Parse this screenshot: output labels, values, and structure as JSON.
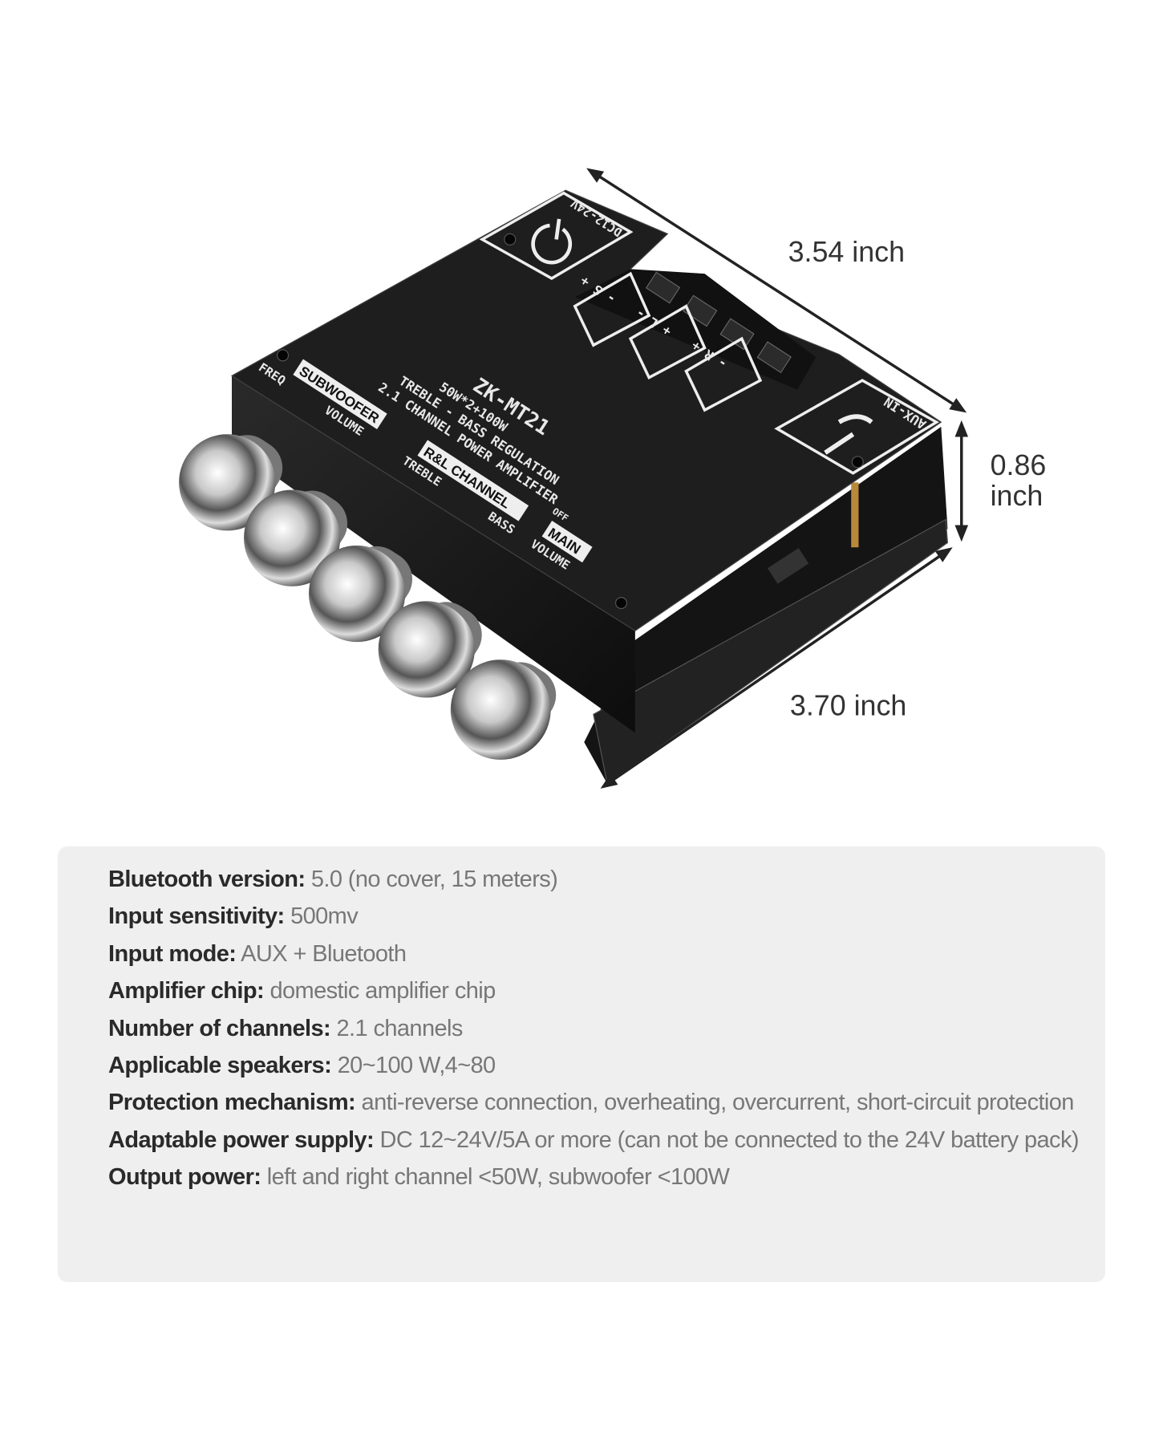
{
  "dimensions": {
    "length": "3.54 inch",
    "height_line1": "0.86",
    "height_line2": "inch",
    "width": "3.70 inch"
  },
  "board_print": {
    "model": "ZK-MT21",
    "power": "50W*2+100W",
    "regulation": "TREBLE - BASS REGULATION",
    "description": "2.1 CHANNEL POWER AMPLIFIER",
    "subwoofer": "SUBWOOFER",
    "freq": "FREQ",
    "sub_volume": "VOLUME",
    "rl_channel": "R&L CHANNEL",
    "treble": "TREBLE",
    "bass": "BASS",
    "main": "MAIN",
    "main_volume": "VOLUME",
    "off": "OFF",
    "dc": "DC12-24V",
    "aux": "AUX-IN",
    "terminal_s": "- S +",
    "terminal_l": "+ L -",
    "terminal_r": "- R +"
  },
  "specs": [
    {
      "label": "Bluetooth version:",
      "value": " 5.0 (no cover, 15 meters)"
    },
    {
      "label": "Input sensitivity:",
      "value": " 500mv"
    },
    {
      "label": "Input mode:",
      "value": " AUX + Bluetooth"
    },
    {
      "label": "Amplifier chip:",
      "value": " domestic amplifier chip"
    },
    {
      "label": "Number of channels:",
      "value": " 2.1 channels"
    },
    {
      "label": "Applicable speakers:",
      "value": " 20~100 W,4~80"
    },
    {
      "label": "Protection mechanism:",
      "value": " anti-reverse connection, overheating, overcurrent, short-circuit protection"
    },
    {
      "label": "Adaptable power supply:",
      "value": " DC 12~24V/5A or more (can not be connected to the 24V battery pack)"
    },
    {
      "label": "Output power:",
      "value": " left and right channel <50W, subwoofer <100W"
    }
  ],
  "colors": {
    "panel_bg": "#efefef",
    "board": "#1c1c1c",
    "label_text": "#2a2a2a",
    "value_text": "#777777"
  }
}
